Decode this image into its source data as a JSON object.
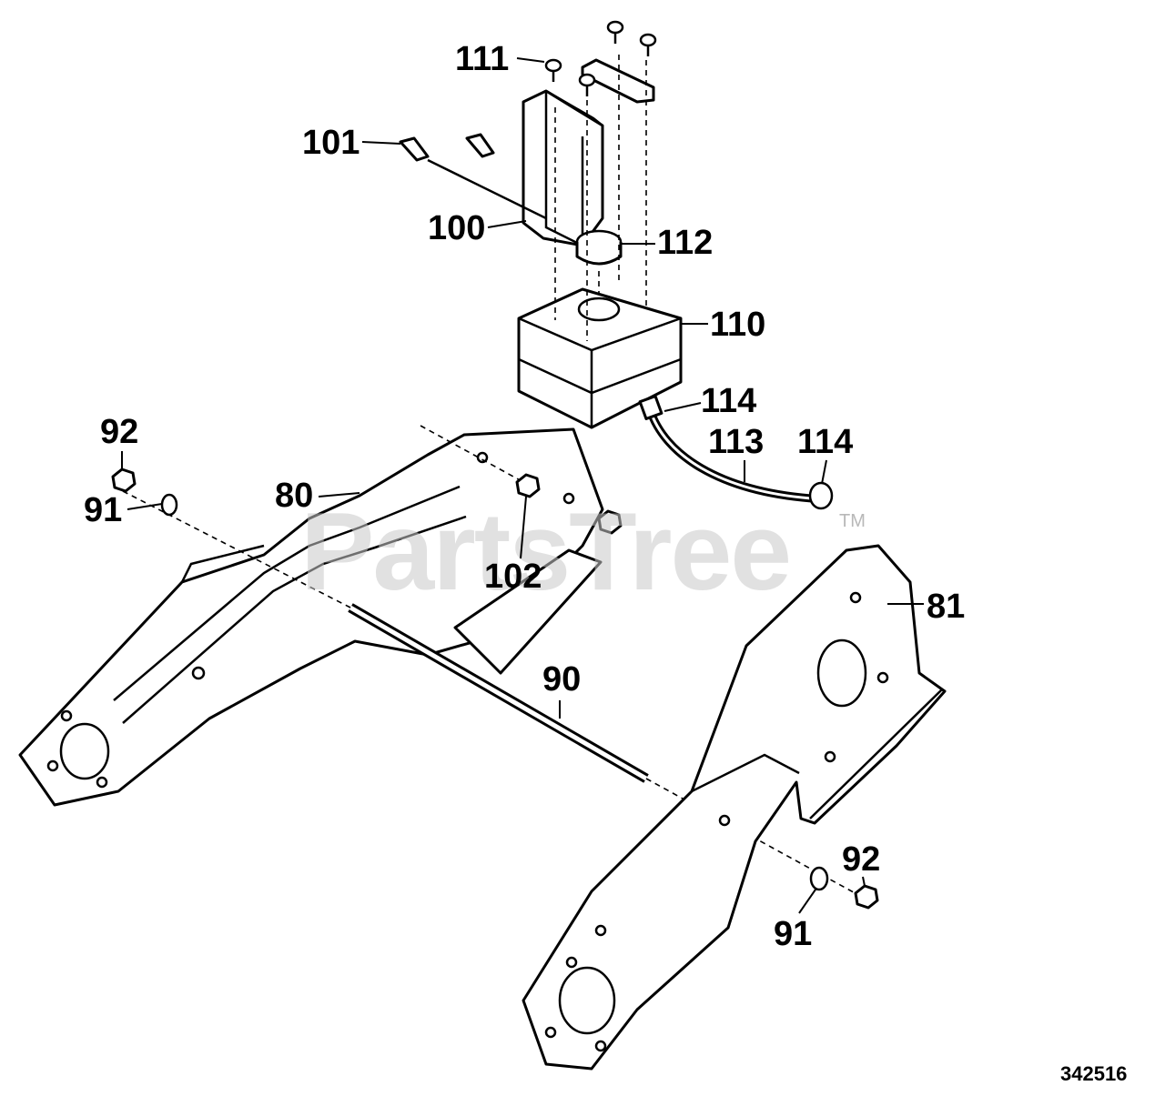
{
  "watermark": {
    "text": "PartsTree",
    "trademark": "TM"
  },
  "drawing_number": "342516",
  "callouts": {
    "c111": "111",
    "c101": "101",
    "c100": "100",
    "c112": "112",
    "c110": "110",
    "c114a": "114",
    "c113": "113",
    "c114b": "114",
    "c92a": "92",
    "c91a": "91",
    "c80": "80",
    "c102": "102",
    "c81": "81",
    "c90": "90",
    "c92b": "92",
    "c91b": "91"
  }
}
